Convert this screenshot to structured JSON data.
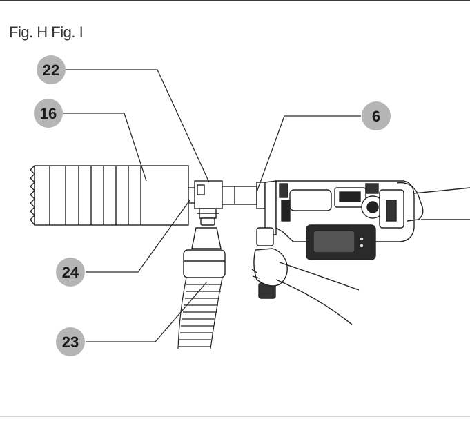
{
  "caption": "Fig. H Fig. I",
  "callouts": [
    {
      "id": "c22",
      "label": "22"
    },
    {
      "id": "c16",
      "label": "16"
    },
    {
      "id": "c6",
      "label": "6"
    },
    {
      "id": "c24",
      "label": "24"
    },
    {
      "id": "c23",
      "label": "23"
    }
  ],
  "colors": {
    "badge": "#b5b5b5",
    "line": "#2a2a2a"
  }
}
